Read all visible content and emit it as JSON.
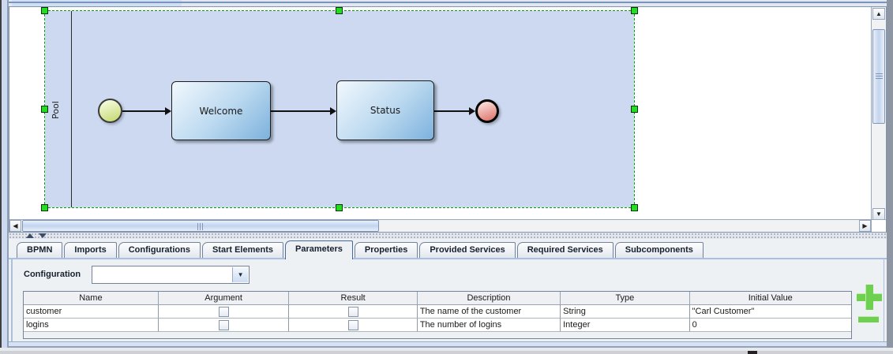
{
  "diagram": {
    "pool_label": "Pool",
    "task1_label": "Welcome",
    "task2_label": "Status"
  },
  "panel": {
    "tabs": [
      "BPMN",
      "Imports",
      "Configurations",
      "Start Elements",
      "Parameters",
      "Properties",
      "Provided Services",
      "Required Services",
      "Subcomponents"
    ],
    "selected_tab": "Parameters",
    "configuration_label": "Configuration",
    "configuration_value": "",
    "table": {
      "columns": [
        "Name",
        "Argument",
        "Result",
        "Description",
        "Type",
        "Initial Value"
      ],
      "rows": [
        {
          "name": "customer",
          "argument": false,
          "result": false,
          "description": "The name of the customer",
          "type": "String",
          "initial_value": "\"Carl Customer\""
        },
        {
          "name": "logins",
          "argument": false,
          "result": false,
          "description": "The number of logins",
          "type": "Integer",
          "initial_value": "0"
        }
      ]
    }
  },
  "icons": {
    "scroll_up": "▲",
    "scroll_down": "▼",
    "scroll_left": "◀",
    "scroll_right": "▶",
    "combo_arrow": "▼"
  },
  "colors": {
    "pool_fill": "#ccd9f0",
    "task_fill_top": "#f2f8fd",
    "task_fill_bottom": "#7db1dd",
    "start_event_fill": "#cade7e",
    "end_event_fill": "#e18179",
    "selection_green": "#22dd22",
    "accent_green": "#6dd14f",
    "tab_underline_blue": "#a8c0e4"
  }
}
